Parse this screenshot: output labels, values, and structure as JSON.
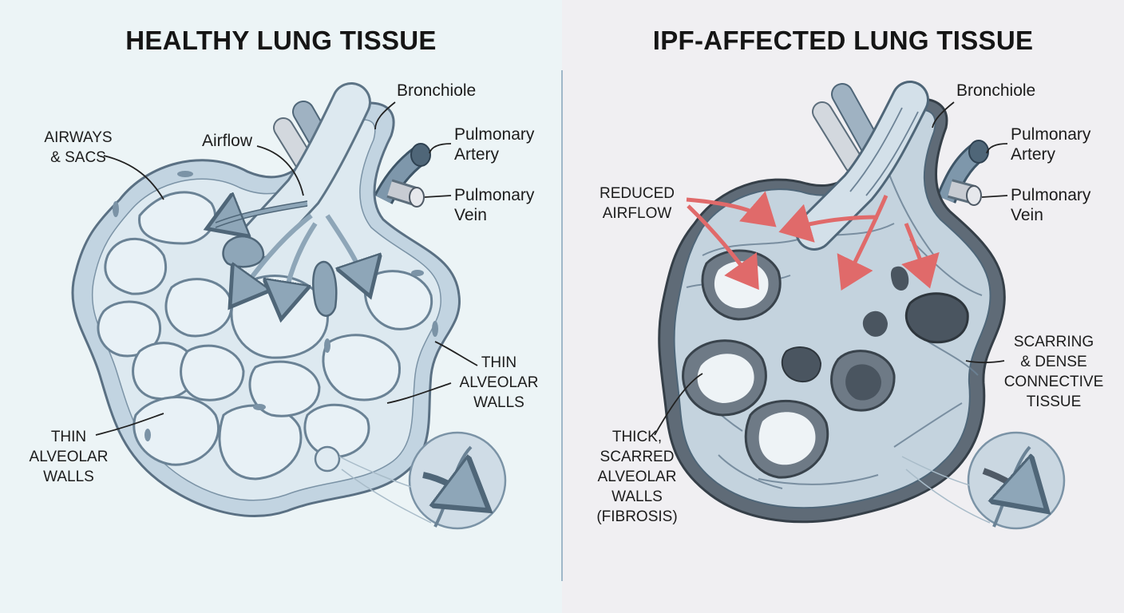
{
  "healthy": {
    "title": "HEALTHY LUNG TISSUE",
    "labels": {
      "bronchiole": "Bronchiole",
      "airflow": "Airflow",
      "airways_sacs": "AIRWAYS\n& SACS",
      "pulmonary_artery": "Pulmonary\nArtery",
      "pulmonary_vein": "Pulmonary\nVein",
      "thin_walls_right": "THIN\nALVEOLAR\nWALLS",
      "thin_walls_left": "THIN\nALVEOLAR\nWALLS"
    }
  },
  "ipf": {
    "title": "IPF-AFFECTED LUNG TISSUE",
    "labels": {
      "bronchiole": "Bronchiole",
      "reduced_airflow": "REDUCED\nAIRFLOW",
      "pulmonary_artery": "Pulmonary\nArtery",
      "pulmonary_vein": "Pulmonary\nVein",
      "scarring": "SCARRING\n& DENSE\nCONNECTIVE\nTISSUE",
      "thick_walls": "THICK,\nSCARRED\nALVEOLAR\nWALLS\n(FIBROSIS)"
    }
  },
  "colors": {
    "tissue": "#c9d9e4",
    "outline": "#5d7486",
    "fibrosis": "#6e7a86",
    "arrow_red": "#e06a6a"
  }
}
